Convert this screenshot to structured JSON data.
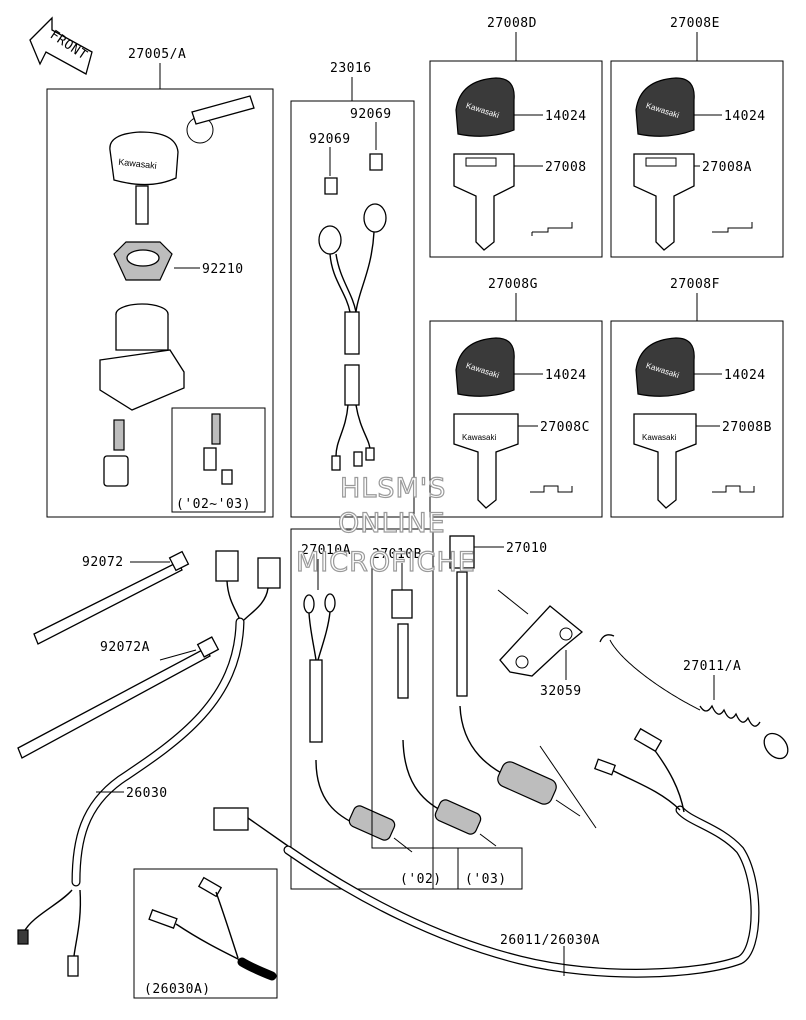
{
  "front_arrow": {
    "label": "FRONT"
  },
  "labels": {
    "p27005A": "27005/A",
    "p92210": "92210",
    "p02_03": "('02~'03)",
    "p23016": "23016",
    "p92069a": "92069",
    "p92069b": "92069",
    "p27008D": "27008D",
    "p27008E": "27008E",
    "p14024_d": "14024",
    "p27008_d": "27008",
    "p14024_e": "14024",
    "p27008A": "27008A",
    "p27008G": "27008G",
    "p27008F": "27008F",
    "p14024_g": "14024",
    "p27008C": "27008C",
    "p14024_f": "14024",
    "p27008B": "27008B",
    "p92072": "92072",
    "p92072A": "92072A",
    "p26030": "26030",
    "p27010A": "27010A",
    "p27010B": "27010B",
    "p27010": "27010",
    "p32059": "32059",
    "p27011A": "27011/A",
    "p02": "('02)",
    "p03": "('03)",
    "p26011": "26011/26030A",
    "p26030A": "(26030A)"
  },
  "key_brand": "Kawasaki",
  "watermark": [
    "HLSM'S",
    "ONLINE",
    "MICROFICHE"
  ]
}
